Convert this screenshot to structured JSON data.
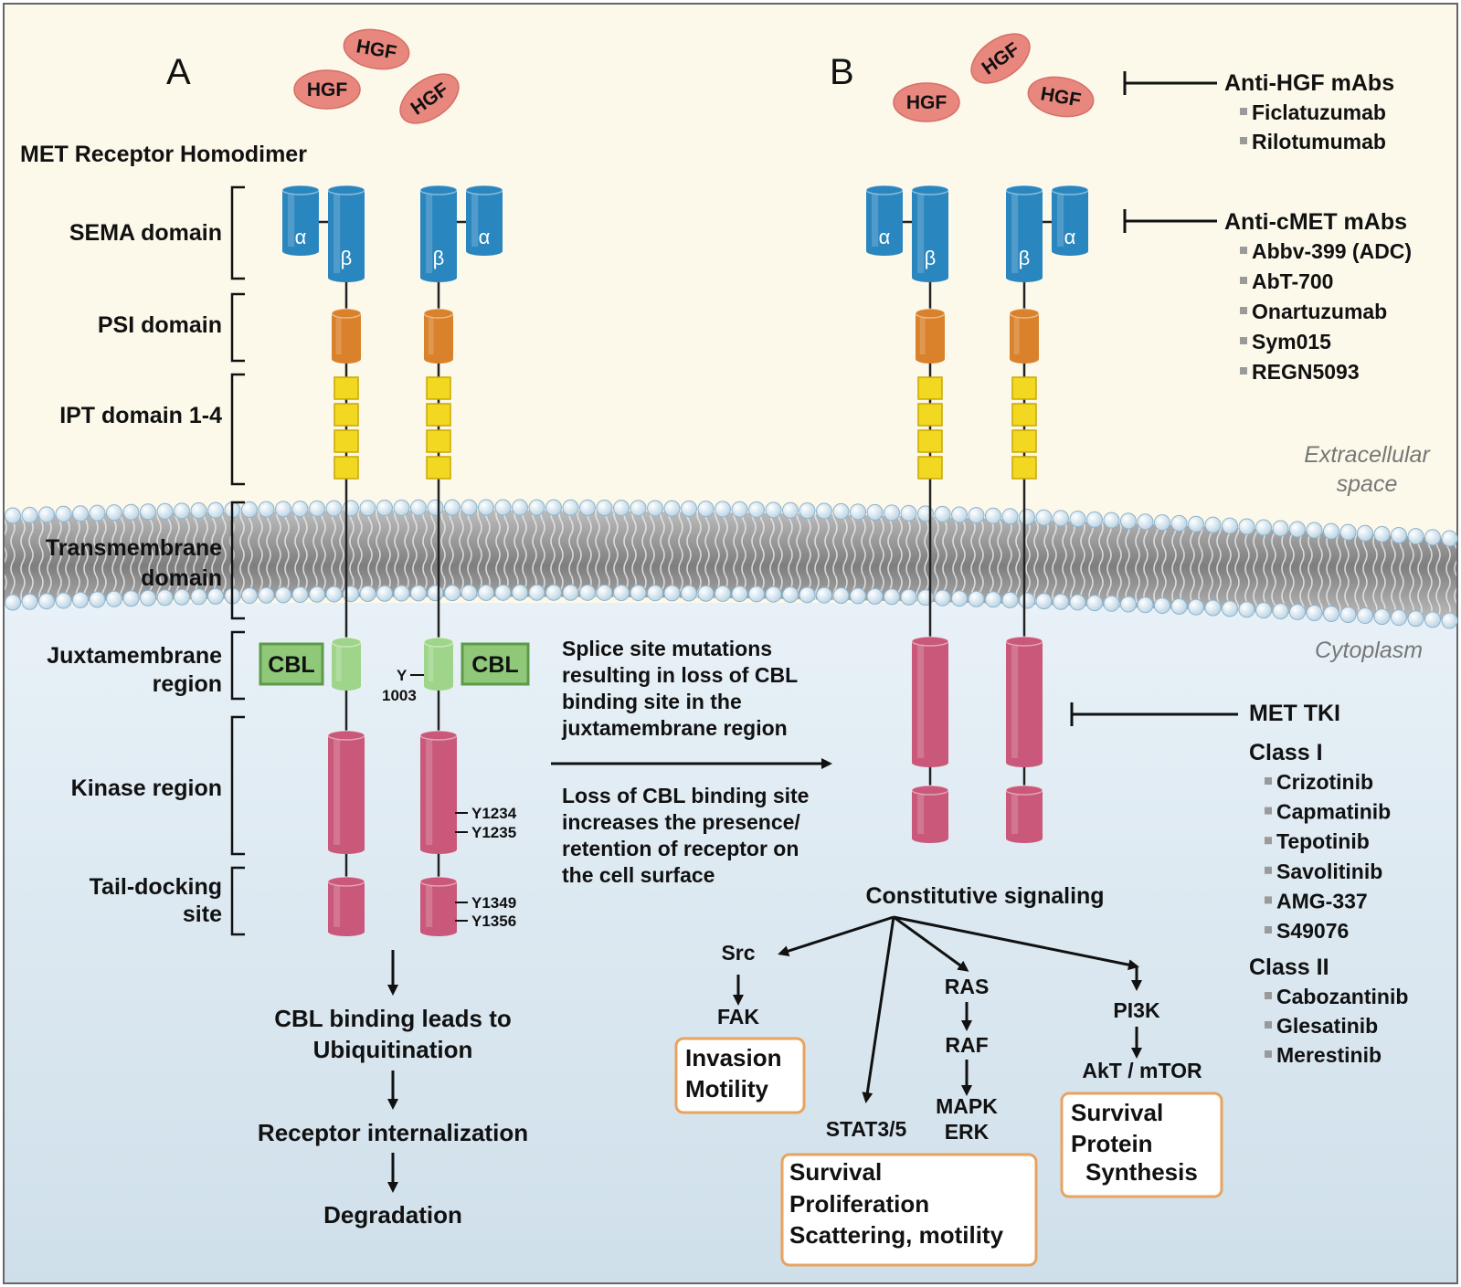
{
  "panels": {
    "a": "A",
    "b": "B"
  },
  "ligand": "HGF",
  "subunits": {
    "alpha": "α",
    "beta": "β"
  },
  "panel_a": {
    "title": "MET Receptor Homodimer",
    "regions": {
      "sema": "SEMA domain",
      "psi": "PSI domain",
      "ipt": "IPT domain 1-4",
      "tm_1": "Transmembrane",
      "tm_2": "domain",
      "jm_1": "Juxtamembrane",
      "jm_2": "region",
      "kinase": "Kinase region",
      "tail_1": "Tail-docking",
      "tail_2": "site"
    },
    "cbl": "CBL",
    "y1003_a": "Y",
    "y1003_b": "1003",
    "y1234": "Y1234",
    "y1235": "Y1235",
    "y1349": "Y1349",
    "y1356": "Y1356",
    "pathway": {
      "step1_line1": "CBL binding leads to",
      "step1_line2": "Ubiquitination",
      "step2": "Receptor internalization",
      "step3": "Degradation"
    }
  },
  "middle": {
    "splice": [
      "Splice site mutations",
      "resulting in loss of CBL",
      "binding site in the",
      "juxtamembrane region"
    ],
    "loss": [
      "Loss of CBL binding site",
      "increases the presence/",
      "retention of receptor on",
      "the cell surface"
    ]
  },
  "spaces": {
    "extracellular_1": "Extracellular",
    "extracellular_2": "space",
    "cytoplasm": "Cytoplasm"
  },
  "drugs": {
    "anti_hgf": {
      "title": "Anti-HGF mAbs",
      "items": [
        "Ficlatuzumab",
        "Rilotumumab"
      ]
    },
    "anti_cmet": {
      "title": "Anti-cMET mAbs",
      "items": [
        "Abbv-399 (ADC)",
        "AbT-700",
        "Onartuzumab",
        "Sym015",
        "REGN5093"
      ]
    },
    "tki": {
      "title": "MET TKI",
      "class1_title": "Class I",
      "class1": [
        "Crizotinib",
        "Capmatinib",
        "Tepotinib",
        "Savolitinib",
        "AMG-337",
        "S49076"
      ],
      "class2_title": "Class II",
      "class2": [
        "Cabozantinib",
        "Glesatinib",
        "Merestinib"
      ]
    }
  },
  "signaling": {
    "title": "Constitutive signaling",
    "src": "Src",
    "fak": "FAK",
    "stat": "STAT3/5",
    "ras": "RAS",
    "raf": "RAF",
    "mapk": "MAPK",
    "erk": "ERK",
    "pi3k": "PI3K",
    "akt": "AkT / mTOR"
  },
  "outcomes": {
    "invasion": [
      "Invasion",
      "Motility"
    ],
    "survival": [
      "Survival",
      "Proliferation",
      "Scattering, motility"
    ],
    "protein": [
      "Survival",
      "Protein",
      "Synthesis"
    ]
  },
  "colors": {
    "extracellular_bg": "#fcf8ea",
    "cytoplasm_bg": "#dde9f1",
    "membrane": "#8d8d8d",
    "lipid_head": "#d7e6f0",
    "hgf": "#e8877e",
    "sema_blue": "#2a86be",
    "psi_orange": "#d9822b",
    "ipt_yellow": "#f2d820",
    "jm_green": "#9fd58a",
    "kinase_pink": "#c9587a",
    "cbl_green": "#8fc878",
    "outcome_border": "#e8a35f"
  }
}
